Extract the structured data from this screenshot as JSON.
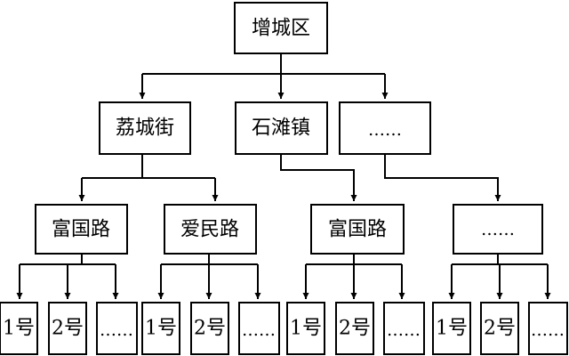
{
  "root": "增城区",
  "level1": [
    "荔城街",
    "石滩镇",
    "……"
  ],
  "level2": [
    "富国路",
    "爱民路",
    "富国路",
    "……"
  ],
  "leaves": [
    [
      "1号",
      "2号",
      "……"
    ],
    [
      "1号",
      "2号",
      "……"
    ],
    [
      "1号",
      "2号",
      "……"
    ],
    [
      "1号",
      "2号",
      "……"
    ]
  ]
}
